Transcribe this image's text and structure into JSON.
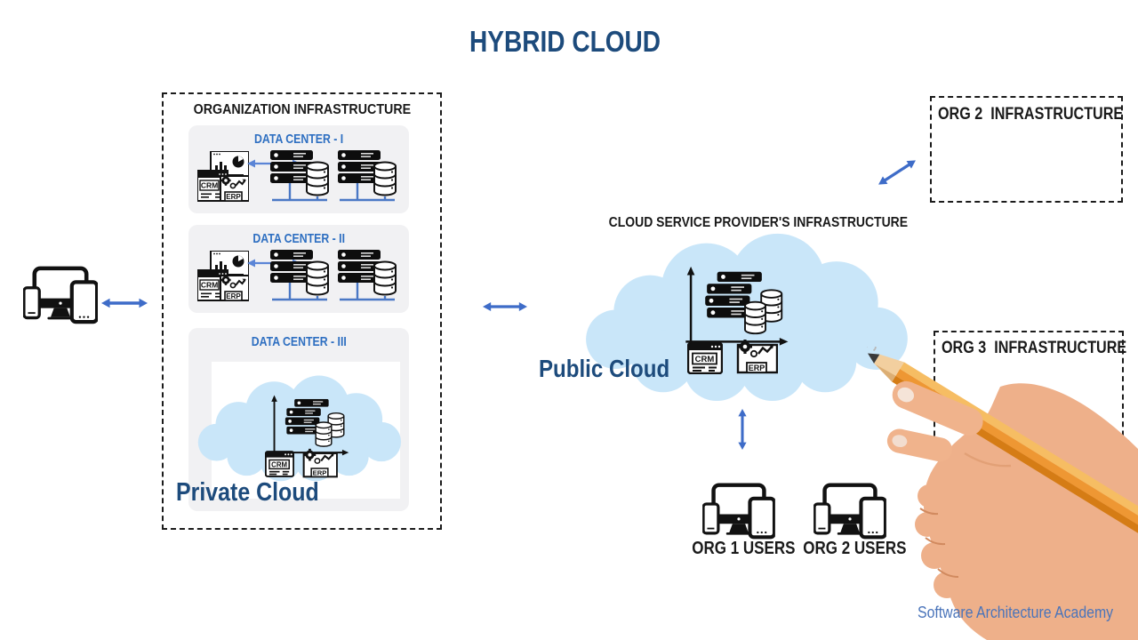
{
  "title": "HYBRID CLOUD",
  "org_infrastructure": {
    "heading": "ORGANIZATION INFRASTRUCTURE",
    "data_centers": [
      {
        "label": "DATA CENTER - I"
      },
      {
        "label": "DATA CENTER - II"
      },
      {
        "label": "DATA CENTER - III"
      }
    ],
    "private_cloud_label": "Private Cloud"
  },
  "provider": {
    "heading": "CLOUD SERVICE PROVIDER'S INFRASTRUCTURE",
    "public_cloud_label": "Public Cloud"
  },
  "org2_box": {
    "label": "ORG 2  INFRASTRUCTURE"
  },
  "org3_box": {
    "label": "ORG 3  INFRASTRUCTURE"
  },
  "users": [
    {
      "label": "ORG 1 USERS"
    },
    {
      "label": "ORG 2 USERS"
    }
  ],
  "watermark": "Software Architecture Academy",
  "icons": {
    "crm_label": "CRM",
    "erp_label": "ERP",
    "devices": "monitor-phone-tablet-icon",
    "servers": "server-rack-icon",
    "database": "database-cylinder-icon",
    "cloud": "cloud-shape",
    "pencil": "pencil-in-hand"
  },
  "colors": {
    "navy_heading": "#1d4b7c",
    "blue_heading": "#2e6fc1",
    "arrow_blue": "#3e6cc8",
    "bus_line_blue": "#4a78c5",
    "cloud_fill": "#c9e6f9",
    "card_gray": "#f1f1f3",
    "pencil_orange": "#ee9733",
    "skin": "#eeb08a"
  }
}
